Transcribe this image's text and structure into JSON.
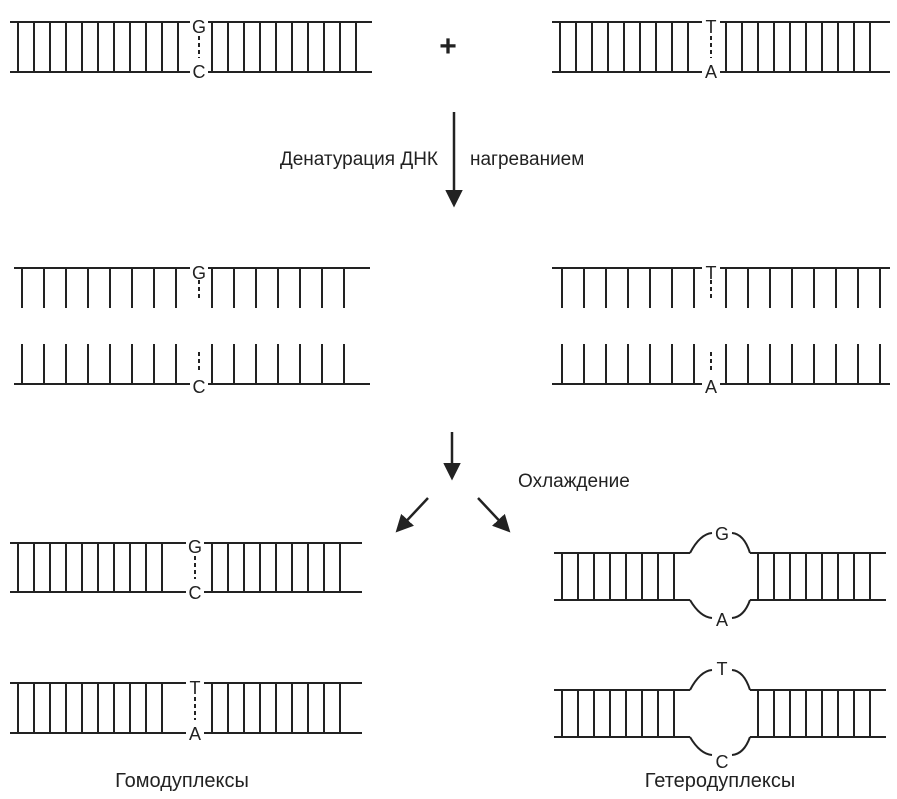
{
  "plus_sign": "+",
  "step_1": {
    "label_left": "Денатурация ДНК",
    "label_right": "нагреванием"
  },
  "step_2": {
    "label": "Охлаждение"
  },
  "groups": {
    "homoduplexes": "Гомодуплексы",
    "heteroduplexes": "Гетеродуплексы"
  },
  "initial_duplexes": [
    {
      "top_base": "G",
      "bottom_base": "C"
    },
    {
      "top_base": "T",
      "bottom_base": "A"
    }
  ],
  "denatured_strands": [
    {
      "top_base": "G",
      "bottom_base": "C"
    },
    {
      "top_base": "T",
      "bottom_base": "A"
    }
  ],
  "homoduplex_products": [
    {
      "top_base": "G",
      "bottom_base": "C"
    },
    {
      "top_base": "T",
      "bottom_base": "A"
    }
  ],
  "heteroduplex_products": [
    {
      "top_base": "G",
      "bottom_base": "A"
    },
    {
      "top_base": "T",
      "bottom_base": "C"
    }
  ]
}
